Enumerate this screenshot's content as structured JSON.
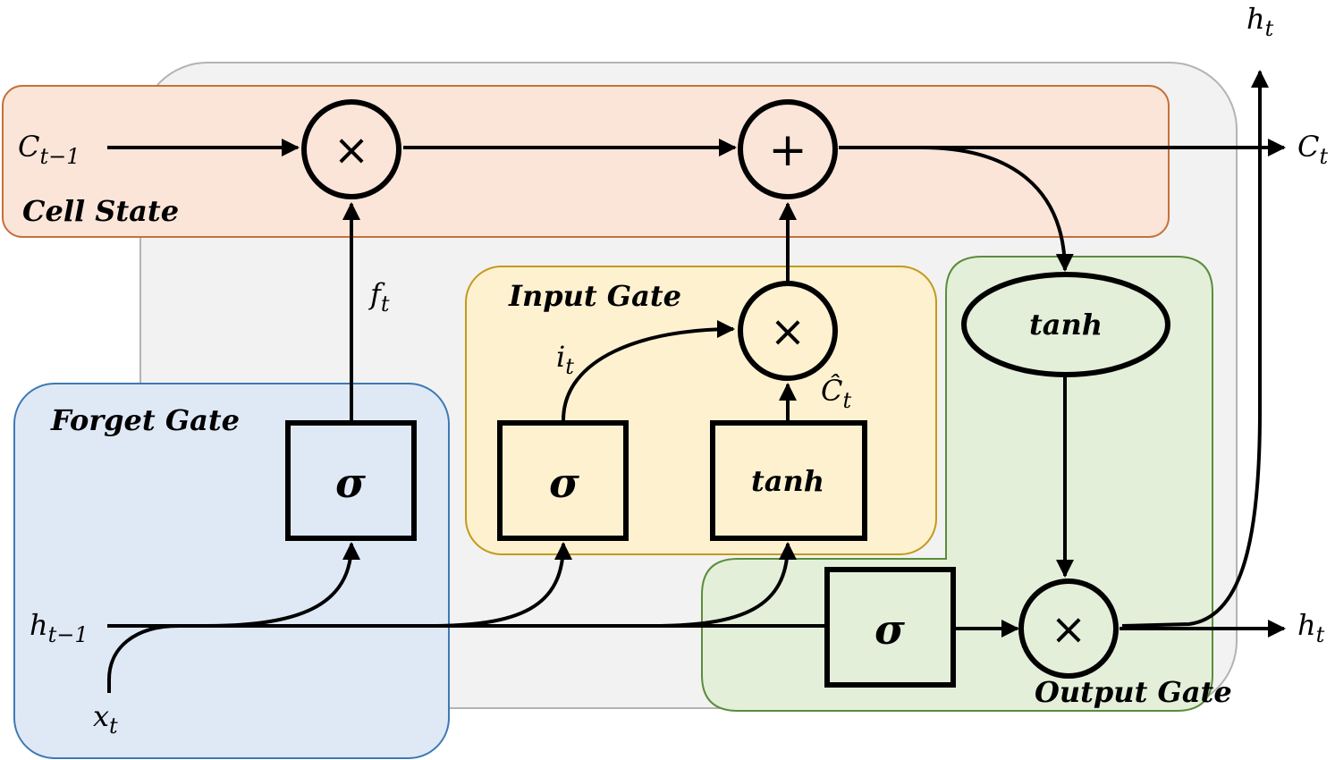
{
  "regions": {
    "cell_state": {
      "label": "Cell State",
      "fill": "#fae5d8",
      "stroke": "#c5713a"
    },
    "forget_gate": {
      "label": "Forget Gate",
      "fill": "#dfe9f5",
      "stroke": "#3d79b4"
    },
    "input_gate": {
      "label": "Input Gate",
      "fill": "#fdf1d0",
      "stroke": "#c49a1a"
    },
    "output_gate": {
      "label": "Output Gate",
      "fill": "#e3efd9",
      "stroke": "#5a8d3a"
    },
    "cell_body": {
      "fill": "#f2f2f2",
      "stroke": "#b3b3b3"
    }
  },
  "nodes": {
    "forget_sigma": "σ",
    "input_sigma": "σ",
    "input_tanh": "tanh",
    "output_sigma": "σ",
    "output_tanh": "tanh",
    "mult_forget": "×",
    "add_cell": "+",
    "mult_input": "×",
    "mult_output": "×"
  },
  "signals": {
    "c_prev": {
      "base": "C",
      "sub": "t−1"
    },
    "c_next": {
      "base": "C",
      "sub": "t"
    },
    "h_prev": {
      "base": "h",
      "sub": "t−1"
    },
    "h_next_right": {
      "base": "h",
      "sub": "t"
    },
    "h_next_top": {
      "base": "h",
      "sub": "t"
    },
    "x_in": {
      "base": "x",
      "sub": "t"
    },
    "f_t": {
      "base": "f",
      "sub": "t"
    },
    "i_t": {
      "base": "i",
      "sub": "t"
    },
    "c_hat": {
      "base": "Ĉ",
      "sub": "t"
    }
  }
}
